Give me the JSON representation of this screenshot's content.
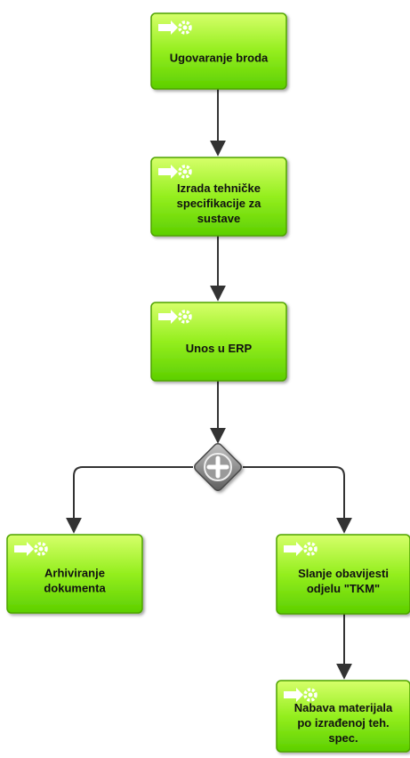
{
  "diagram": {
    "tasks": [
      {
        "id": "t1",
        "lines": [
          "Ugovaranje broda"
        ]
      },
      {
        "id": "t2",
        "lines": [
          "Izrada tehničke",
          "specifikacije za",
          "sustave"
        ]
      },
      {
        "id": "t3",
        "lines": [
          "Unos u ERP"
        ]
      },
      {
        "id": "t4",
        "lines": [
          "Arhiviranje",
          "dokumenta"
        ]
      },
      {
        "id": "t5",
        "lines": [
          "Slanje obavijesti",
          "odjelu \"TKM\""
        ]
      },
      {
        "id": "t6",
        "lines": [
          "Nabava materijala",
          "po izrađenoj teh.",
          "spec."
        ]
      }
    ],
    "gateway": {
      "type": "parallel",
      "symbol": "+"
    },
    "colors": {
      "task_fill_top": "#d6ff6a",
      "task_fill_bottom": "#5ccf00",
      "task_stroke": "#4fa300",
      "connector": "#333333",
      "gateway_fill": "#8c8c8c"
    },
    "icon": "bpmn-service-task-icon"
  }
}
